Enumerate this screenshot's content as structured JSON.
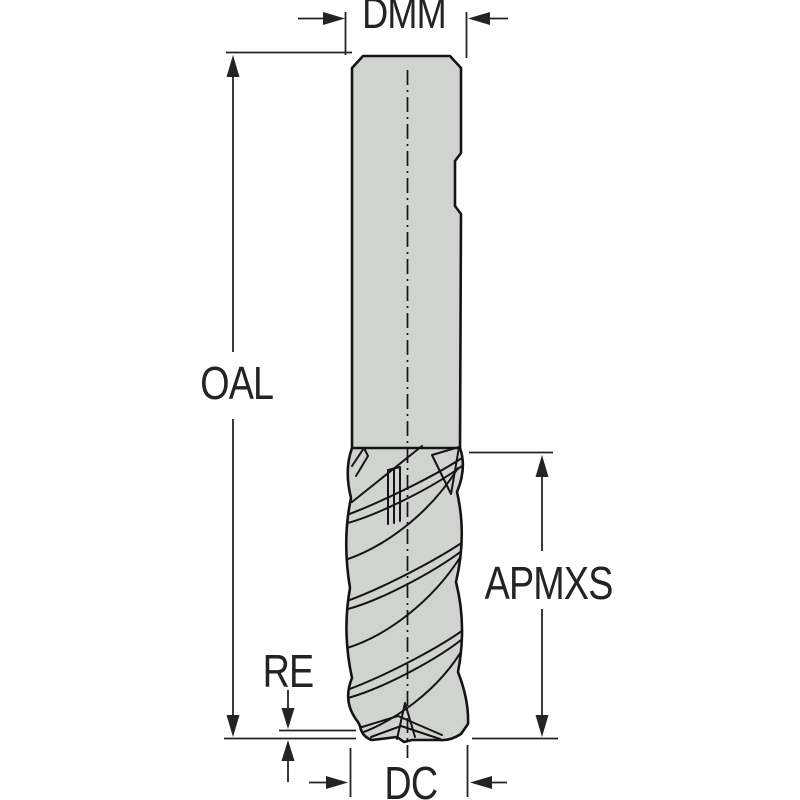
{
  "diagram": {
    "labels": {
      "dmm": "DMM",
      "oal": "OAL",
      "apmxs": "APMXS",
      "re": "RE",
      "dc": "DC"
    },
    "colors": {
      "tool_fill": "#d0d3cf",
      "outline": "#141414",
      "dimension": "#232323",
      "background": "#ffffff"
    }
  }
}
